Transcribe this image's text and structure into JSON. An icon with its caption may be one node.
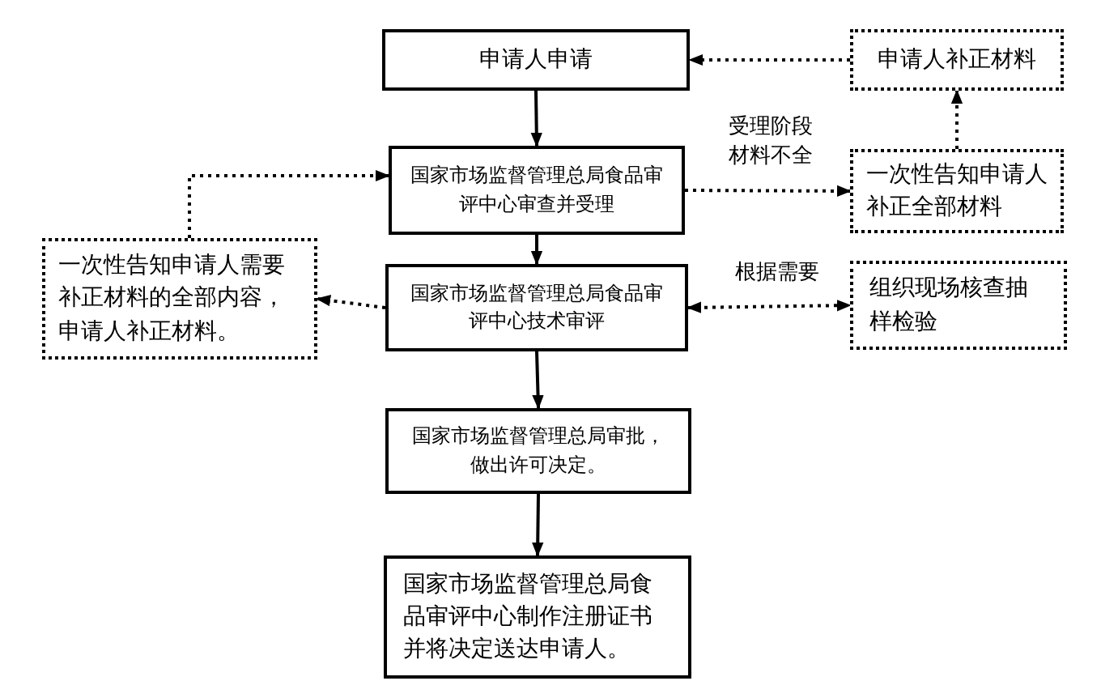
{
  "diagram": {
    "nodes": [
      {
        "text": [
          "申请人申请"
        ]
      },
      {
        "text": [
          "国家市场监督管理总局食品审评中心审查并受理"
        ]
      },
      {
        "text": [
          "国家市场监督管理总局食品审评中心技术审评"
        ]
      },
      {
        "text": [
          "国家市场监督管理总局审批，做出许可决定。"
        ]
      },
      {
        "text": [
          "国家市场监督管理总局食品审评中心制作注册证书并将决定送达申请人。"
        ]
      },
      {
        "text": [
          "申请人补正材料"
        ]
      },
      {
        "text": [
          "一次性告知申请人补正全部材料"
        ]
      },
      {
        "text": [
          "一次性告知申请人需要补正材料的全部内容，申请人补正材料。"
        ]
      },
      {
        "text": [
          "组织现场核查抽样检验"
        ]
      }
    ],
    "edges": [
      {
        "from": 0,
        "to": 1,
        "arrow": "to"
      },
      {
        "from": 1,
        "to": 2,
        "arrow": "to"
      },
      {
        "from": 2,
        "to": 3,
        "arrow": "to"
      },
      {
        "from": 3,
        "to": 4,
        "arrow": "to"
      },
      {
        "from": 1,
        "to": 6,
        "arrow": "to",
        "style": "dashed",
        "label": "受理阶段材料不全"
      },
      {
        "from": 6,
        "to": 5,
        "arrow": "to",
        "style": "dashed"
      },
      {
        "from": 5,
        "to": 0,
        "arrow": "to",
        "style": "dashed"
      },
      {
        "from": 2,
        "to": 7,
        "arrow": "to",
        "style": "dashed"
      },
      {
        "from": 7,
        "to": 1,
        "arrow": "to",
        "style": "dashed"
      },
      {
        "from": 2,
        "to": 8,
        "arrow": "both",
        "style": "dashed",
        "label": "根据需要"
      }
    ]
  }
}
